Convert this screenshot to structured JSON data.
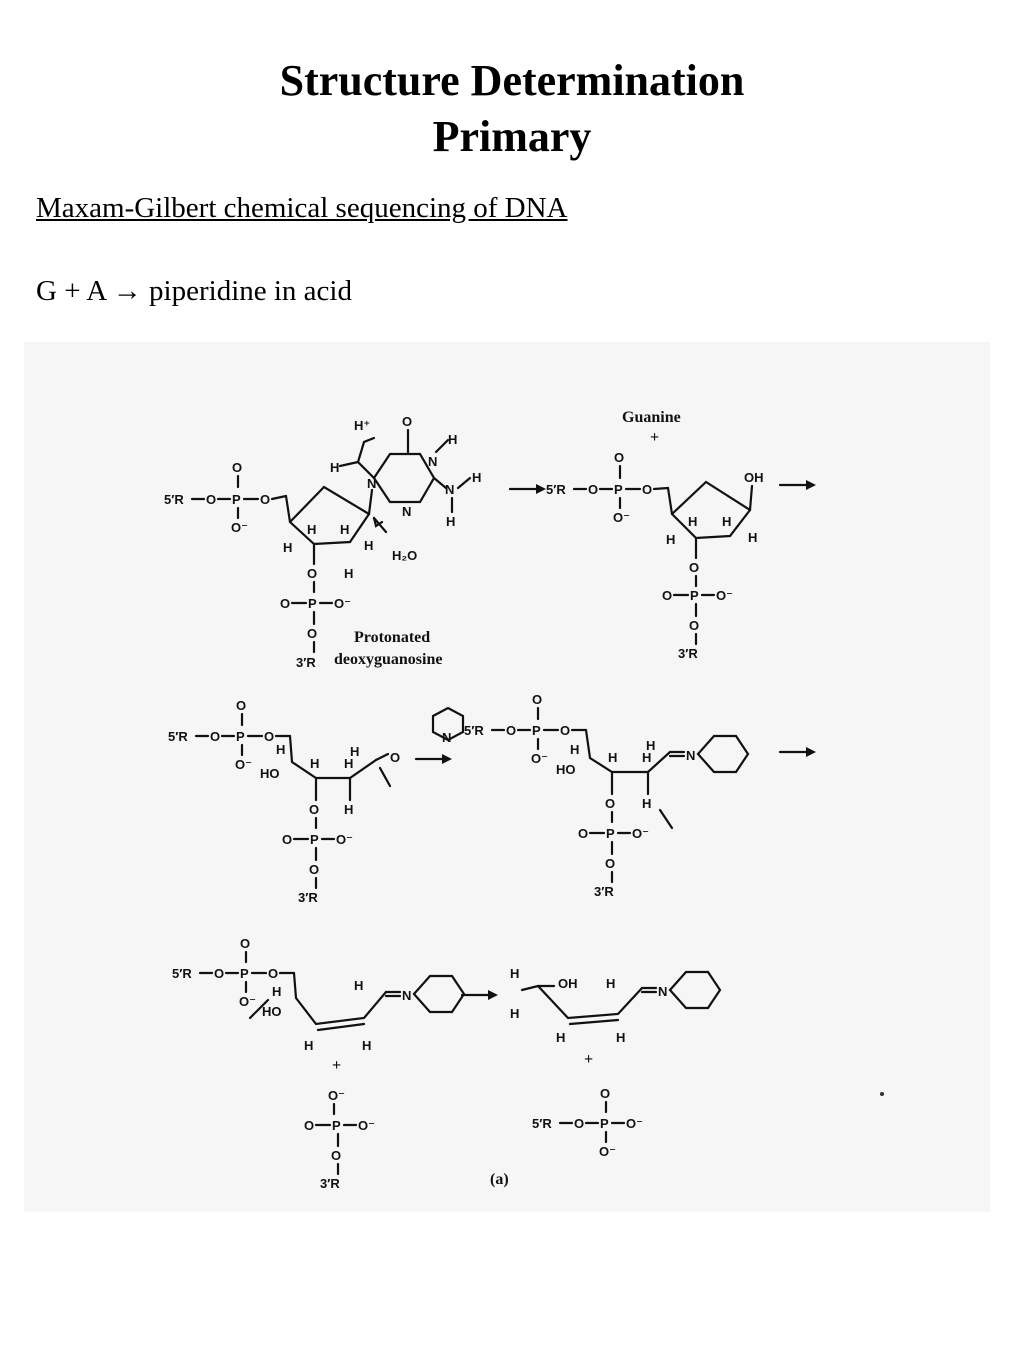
{
  "page": {
    "title_line1": "Structure Determination",
    "title_line2": "Primary",
    "subtitle": "Maxam-Gilbert chemical sequencing of DNA",
    "reaction_prefix": "G + A",
    "reaction_arrow": "→",
    "reaction_suffix": "piperidine in acid"
  },
  "figure": {
    "label_protonated": "Protonated",
    "label_deoxyguanosine": "deoxyguanosine",
    "label_guanine": "Guanine",
    "label_plus": "+",
    "label_water": "H₂O",
    "label_5r": "5′R",
    "label_3r": "3′R",
    "label_oh": "OH",
    "label_ho": "HO",
    "label_hplus": "H⁺",
    "panel_caption": "(a)"
  }
}
